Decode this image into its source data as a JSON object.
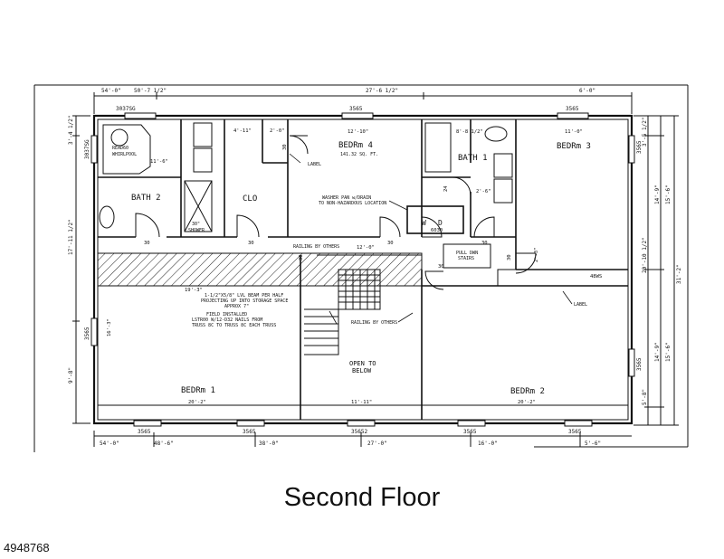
{
  "caption": "Second Floor",
  "listing_id": "4948768",
  "rooms": {
    "bath2": "BATH 2",
    "clo": "CLO",
    "bedrm4": "BEDRm 4",
    "bedrm4_area": "141.32 SQ. FT.",
    "bath1": "BATH 1",
    "bedrm3": "BEDRm 3",
    "bedrm1": "BEDRm 1",
    "bedrm2": "BEDRm 2",
    "open_below": [
      "OPEN TO",
      "BELOW"
    ]
  },
  "fixtures": {
    "whirlpool": [
      "READ60",
      "WHIRLPOOL"
    ],
    "shower": [
      "30\"",
      "SHOWER"
    ],
    "washer": "W",
    "dryer": "D",
    "pull_stairs": [
      "PULL DWN",
      "STAIRS"
    ]
  },
  "notes": {
    "washer_pan": [
      "WASHER PAN w/DRAIN",
      "TO NON-HAZARDOUS LOCATION"
    ],
    "railing_top": "RAILING BY OTHERS",
    "railing_bottom": "RAILING BY OTHERS",
    "beam": [
      "1-1/2\"X5/8\" LVL BEAM PER HALF",
      "PROJECTING UP INTO STORAGE SPACE",
      "APPROX 7\""
    ],
    "field": [
      "FIELD INSTALLED",
      "LSTR00 W/12-D32 NAILS FROM",
      "TRUSS 8C TO TRUSS 8C EACH TRUSS"
    ],
    "label_1": "LABEL",
    "label_2": "LABEL"
  },
  "windows": {
    "top_left": "3037SG",
    "top_mid": "3565",
    "top_right": "3565",
    "left": "3037SG",
    "right_top": "3565",
    "left_mid": "3565",
    "right_mid": "3565",
    "bottom": [
      "3565",
      "3565",
      "35652",
      "3565",
      "3565"
    ]
  },
  "dims": {
    "top_row": [
      "54'-0\"",
      "50'-7 1/2\"",
      "27'-6 1/2\"",
      "6'-0\""
    ],
    "left_row": [
      "3'-4 1/2\"",
      "17'-11 1/2\"",
      "9'-8\""
    ],
    "right_row": [
      "3'-5 1/2\"",
      "14'-9\"",
      "15'-6\"",
      "20'-10 1/2\"",
      "31'-2\"",
      "14'-9\"",
      "15'-6\"",
      "5'-8\""
    ],
    "bottom_row": [
      "54'-0\"",
      "48'-6\"",
      "38'-0\"",
      "27'-0\"",
      "16'-0\"",
      "5'-6\""
    ],
    "inner": {
      "d4_11": "4'-11\"",
      "d2_0": "2'-0\"",
      "d12_10": "12'-10\"",
      "d8_8": "8'-8 1/2\"",
      "d11_0": "11'-0\"",
      "d11_6": "11'-6\"",
      "d12_0": "12'-0\"",
      "d19_3": "19'-3\"",
      "d16_3": "16'-3\"",
      "d20_2a": "20'-2\"",
      "d11_11": "11'-11\"",
      "d20_2b": "20'-2\"",
      "d2_6": "2'-6\"",
      "d24": "24",
      "d2_3": "2'-3\"",
      "w_48": "48WS",
      "door30": "30",
      "door60": "6030",
      "d6_0": "6'-0\""
    }
  }
}
